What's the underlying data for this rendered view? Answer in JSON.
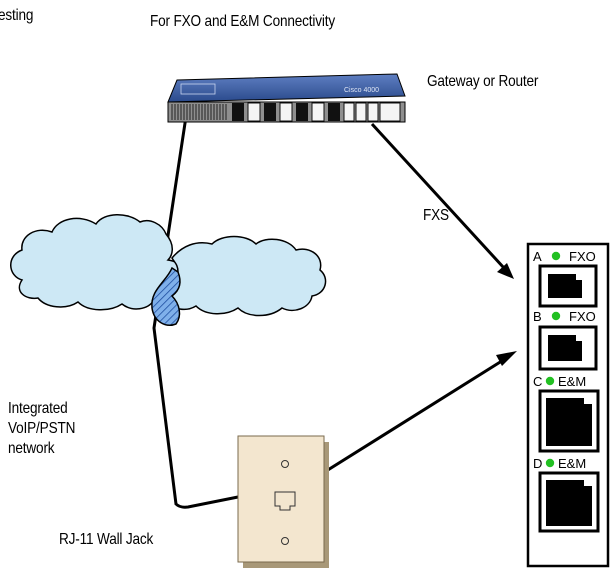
{
  "labels": {
    "top_left_fragment": "esting",
    "title": "For FXO and E&M Connectivity",
    "gateway": "Gateway or Router",
    "fxs": "FXS",
    "network_line1": "Integrated",
    "network_line2": "VoIP/PSTN",
    "network_line3": "network",
    "wall_jack": "RJ-11 Wall Jack",
    "router_brand": "Cisco 4000"
  },
  "ports": [
    {
      "letter": "A",
      "type": "FXO"
    },
    {
      "letter": "B",
      "type": "FXO"
    },
    {
      "letter": "C",
      "type": "E&M"
    },
    {
      "letter": "D",
      "type": "E&M"
    }
  ],
  "colors": {
    "router_body": "#2a4a8c",
    "cloud_fill": "#cde8f5",
    "cloud_hatch": "#3a7bd5",
    "wall_plate": "#f3e6cf",
    "led": "#22c022",
    "line": "#000000"
  }
}
